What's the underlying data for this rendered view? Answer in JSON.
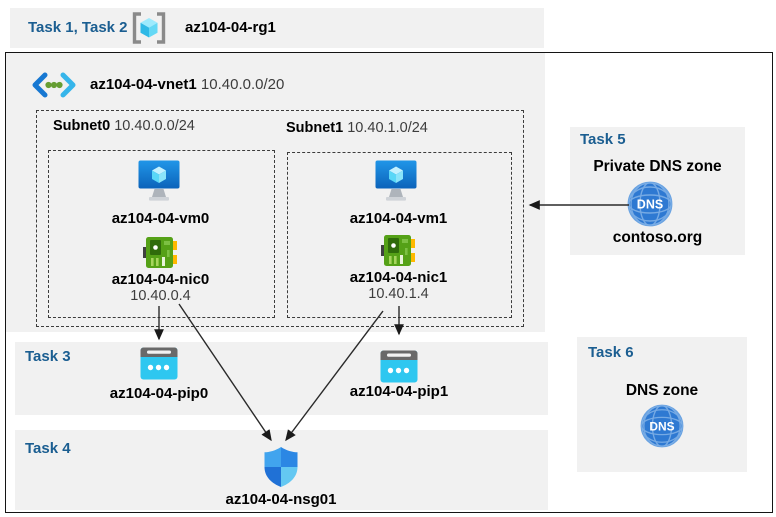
{
  "colors": {
    "task_header": "#1b5e91",
    "panel_bg": "#f1f1f1",
    "arrow": "#1a1a1a",
    "vm_blue": "#1787d8",
    "nic_green": "#55a117",
    "pip_cyan": "#2ec7f0",
    "dns_blue": "#2e79d2",
    "nsg_blue": "#2b87e4"
  },
  "header": {
    "tasks_label": "Task 1, Task 2",
    "resource_group_name": "az104-04-rg1"
  },
  "vnet": {
    "name": "az104-04-vnet1",
    "cidr": "10.40.0.0/20"
  },
  "subnets": [
    {
      "name": "Subnet0",
      "cidr": "10.40.0.0/24",
      "vm": "az104-04-vm0",
      "nic": "az104-04-nic0",
      "ip": "10.40.0.4"
    },
    {
      "name": "Subnet1",
      "cidr": "10.40.1.0/24",
      "vm": "az104-04-vm1",
      "nic": "az104-04-nic1",
      "ip": "10.40.1.4"
    }
  ],
  "task3": {
    "label": "Task 3",
    "pip0": "az104-04-pip0",
    "pip1": "az104-04-pip1"
  },
  "task4": {
    "label": "Task 4",
    "nsg": "az104-04-nsg01"
  },
  "task5": {
    "label": "Task 5",
    "title": "Private DNS zone",
    "zone": "contoso.org",
    "dns_icon_text": "DNS"
  },
  "task6": {
    "label": "Task 6",
    "title": "DNS zone",
    "dns_icon_text": "DNS"
  }
}
